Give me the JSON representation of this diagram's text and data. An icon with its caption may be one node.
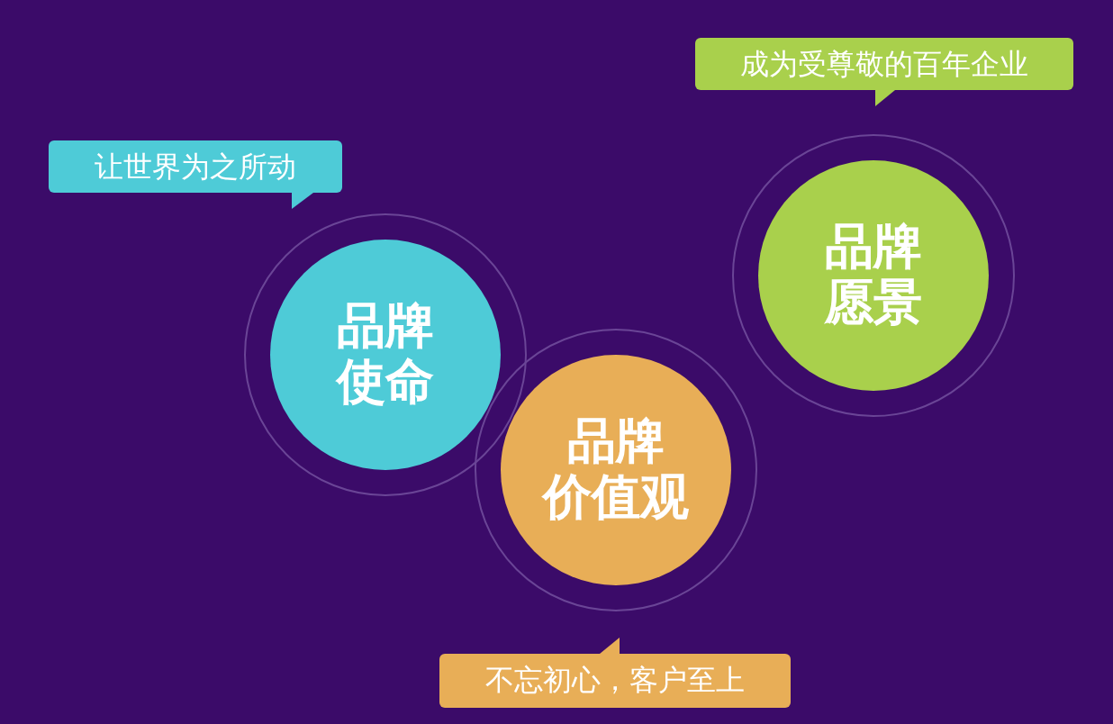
{
  "diagram": {
    "nodes": [
      {
        "text": [
          "成为受尊敬的百年企业"
        ]
      },
      {
        "text": [
          "让世界为之所动"
        ]
      },
      {
        "text": [
          "品牌愿景"
        ]
      },
      {
        "text": [
          "品牌使命"
        ]
      },
      {
        "text": [
          "品牌价值观"
        ]
      },
      {
        "text": [
          "不忘初心，客户至上"
        ]
      }
    ]
  }
}
